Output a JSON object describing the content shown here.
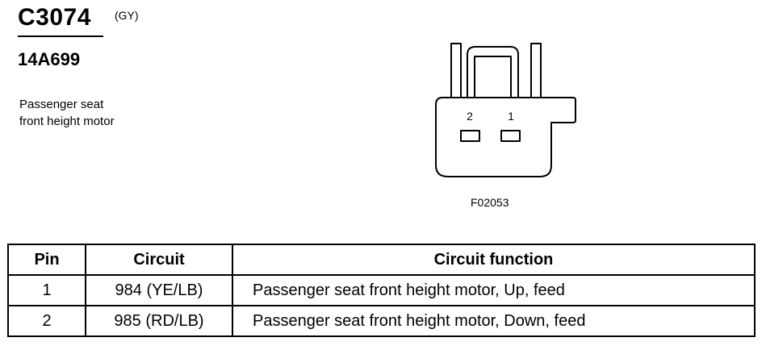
{
  "connector": {
    "id": "C3074",
    "color_code": "(GY)",
    "part_number": "14A699",
    "description_lines": [
      "Passenger seat",
      "front height motor"
    ]
  },
  "diagram": {
    "pin_labels": [
      "2",
      "1"
    ],
    "figure_id": "F02053"
  },
  "table": {
    "headers": {
      "pin": "Pin",
      "circuit": "Circuit",
      "function": "Circuit function"
    },
    "rows": [
      {
        "pin": "1",
        "circuit": "984 (YE/LB)",
        "function": "Passenger seat front height motor, Up, feed"
      },
      {
        "pin": "2",
        "circuit": "985 (RD/LB)",
        "function": "Passenger seat front height motor, Down, feed"
      }
    ]
  }
}
